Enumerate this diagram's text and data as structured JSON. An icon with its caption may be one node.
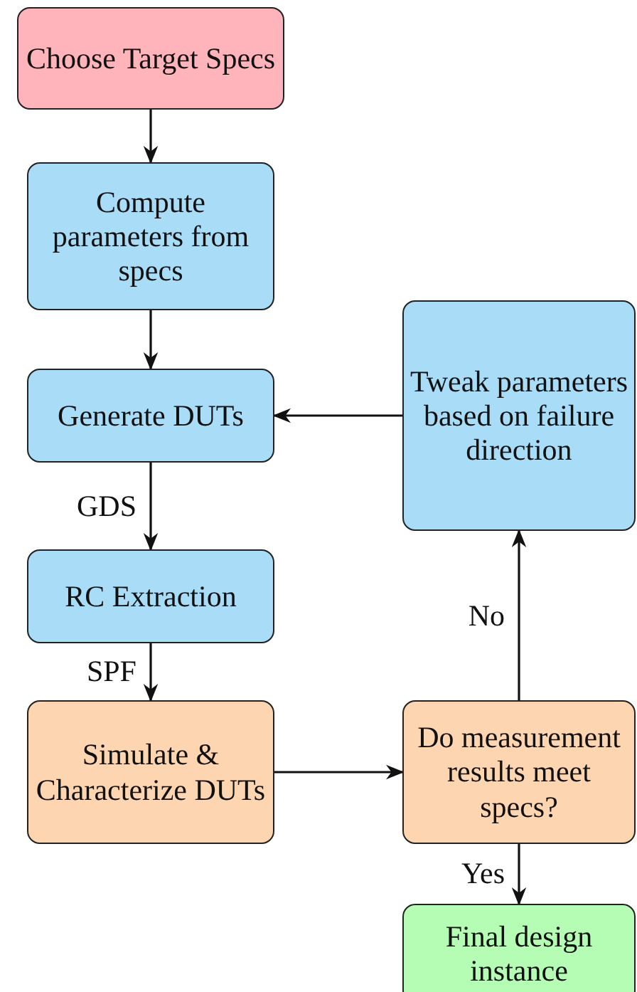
{
  "diagram": {
    "nodes": [
      {
        "text": [
          "Choose Target Specs"
        ]
      },
      {
        "text": [
          "Compute parameters from specs"
        ]
      },
      {
        "text": [
          "Generate DUTs"
        ]
      },
      {
        "text": [
          "RC Extraction"
        ]
      },
      {
        "text": [
          "Simulate & Characterize DUTs"
        ]
      },
      {
        "text": [
          "Tweak parameters based on failure direction"
        ]
      },
      {
        "text": [
          "Do measurement results meet specs?"
        ]
      },
      {
        "text": [
          "Final design instance"
        ]
      }
    ],
    "edges": [
      {
        "from": 0,
        "to": 1,
        "arrow": "to"
      },
      {
        "from": 1,
        "to": 2,
        "arrow": "to"
      },
      {
        "from": 2,
        "to": 3,
        "arrow": "to",
        "label": "GDS"
      },
      {
        "from": 3,
        "to": 4,
        "arrow": "to",
        "label": "SPF"
      },
      {
        "from": 4,
        "to": 6,
        "arrow": "to"
      },
      {
        "from": 6,
        "to": 5,
        "arrow": "to",
        "label": "No"
      },
      {
        "from": 6,
        "to": 7,
        "arrow": "to",
        "label": "Yes"
      },
      {
        "from": 5,
        "to": 2,
        "arrow": "to"
      }
    ]
  }
}
